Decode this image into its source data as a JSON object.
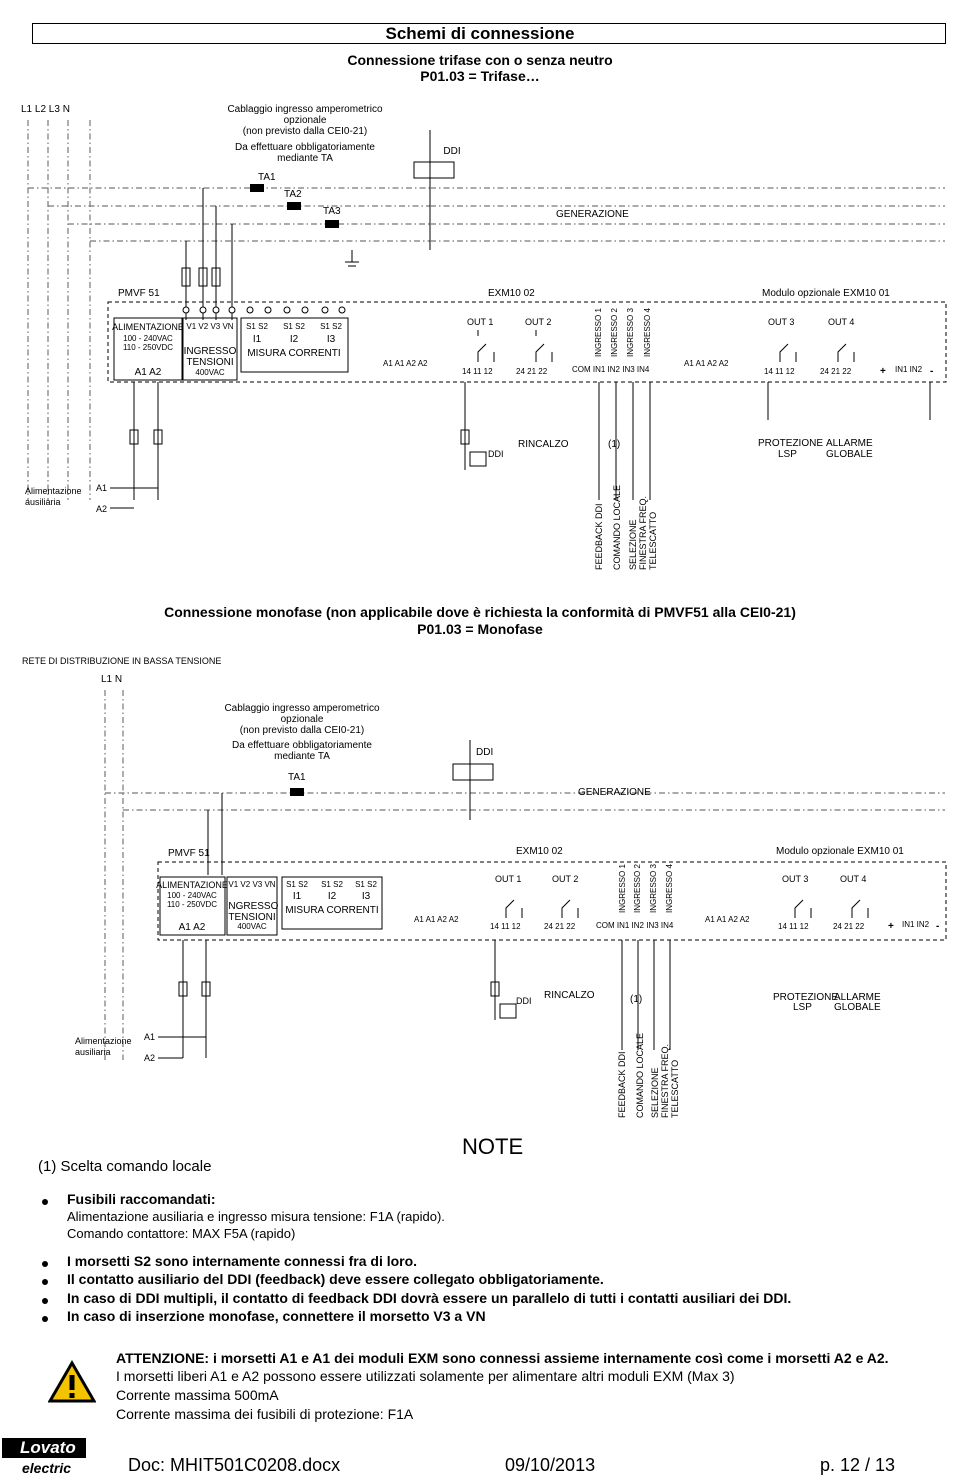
{
  "header": {
    "title": "Schemi di connessione",
    "subtitle1": "Connessione trifase con o senza neutro",
    "subtitle2": "P01.03 = Trifase…"
  },
  "tri": {
    "lines": "L1   L2   L3   N",
    "cabl1": "Cablaggio ingresso amperometrico",
    "cabl2": "opzionale",
    "cabl3": "(non previsto dalla CEI0-21)",
    "cabl4": "Da effettuare obbligatoriamente",
    "cabl5": "mediante TA",
    "ddi": "DDI",
    "ta1": "TA1",
    "ta2": "TA2",
    "ta3": "TA3",
    "gen": "GENERAZIONE",
    "pmvf": "PMVF 51",
    "exm": "EXM10 02",
    "mod": "Modulo opzionale EXM10 01"
  },
  "terminals": {
    "alim": "ALIMENTAZIONE",
    "alim_v1": "100 - 240VAC",
    "alim_v2": "110 - 250VDC",
    "a1a2": "A1   A2",
    "vin": "V1  V2  V3 VN",
    "ingresso": "INGRESSO",
    "tensioni": "TENSIONI",
    "v400": "400VAC",
    "s12a": "S1  S2",
    "s12b": "S1  S2",
    "s12c": "S1  S2",
    "i1": "I1",
    "i2": "I2",
    "i3": "I3",
    "misura": "MISURA CORRENTI",
    "a1a1a2a2": "A1   A1   A2   A2",
    "out1": "OUT 1",
    "out2": "OUT 2",
    "out3": "OUT 3",
    "out4": "OUT 4",
    "n141112": "14    11    12",
    "n242122": "24    21    22",
    "com": "COM IN1  IN2  IN3  IN4",
    "ing1": "INGRESSO 1",
    "ing2": "INGRESSO 2",
    "ing3": "INGRESSO 3",
    "ing4": "INGRESSO 4",
    "plus": "+",
    "minus": "-",
    "in12": "IN1  IN2"
  },
  "lower": {
    "ddi": "DDI",
    "rincalzo": "RINCALZO",
    "one": "(1)",
    "protezione": "PROTEZIONE",
    "lsp": "LSP",
    "allarme": "ALLARME",
    "globale": "GLOBALE",
    "aux1": "Alimentazione",
    "aux2": "ausiliaria",
    "a1": "A1",
    "a2": "A2",
    "feedback": "FEEDBACK DDI",
    "comando": "COMANDO LOCALE",
    "selezione": "SELEZIONE",
    "finestra": "FINESTRA FREQ.",
    "telescatto": "TELESCATTO"
  },
  "mono": {
    "title1": "Connessione monofase (non applicabile dove è richiesta la conformità di PMVF51 alla CEI0-21)",
    "title2": "P01.03 = Monofase",
    "rete": "RETE DI DISTRIBUZIONE IN BASSA TENSIONE",
    "lines": "L1   N"
  },
  "notes": {
    "title": "NOTE",
    "n1": "(1) Scelta comando locale",
    "fus": "Fusibili raccomandati:",
    "fus1": "Alimentazione ausiliaria e ingresso misura tensione: F1A (rapido).",
    "fus2": "Comando contattore: MAX F5A (rapido)",
    "b1": "I morsetti S2 sono internamente connessi fra di loro.",
    "b2": "Il contatto ausiliario del DDI (feedback) deve essere collegato obbligatoriamente.",
    "b3": "In caso di DDI multipli, il contatto di feedback DDI dovrà essere un parallelo di tutti i contatti ausiliari dei DDI.",
    "b4": "In caso di inserzione monofase, connettere il morsetto V3 a VN",
    "att1": "ATTENZIONE: i morsetti A1 e A1 dei moduli EXM sono connessi assieme internamente così come i morsetti A2 e A2.",
    "att2": "I morsetti liberi A1 e A2 possono essere utilizzati solamente per alimentare altri moduli EXM (Max 3)",
    "att3": "Corrente massima 500mA",
    "att4": "Corrente massima dei fusibili di protezione: F1A"
  },
  "footer": {
    "brand": "Lovato",
    "brand2": "electric",
    "doc": "Doc: MHIT501C0208.docx",
    "date": "09/10/2013",
    "page": "p. 12 / 13"
  }
}
